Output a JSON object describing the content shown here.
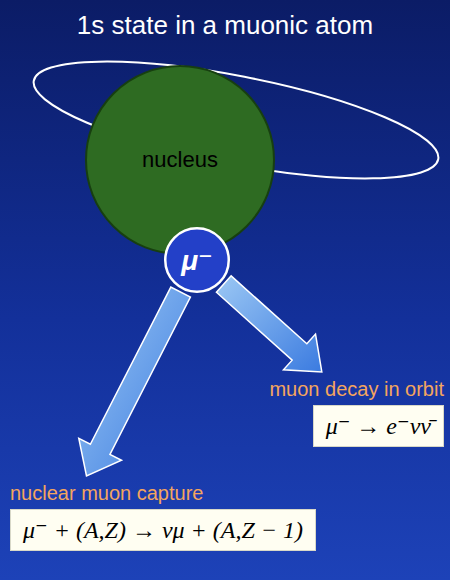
{
  "diagram": {
    "title": "1s state in a muonic atom",
    "nodes": [
      {
        "text": [
          "nucleus"
        ]
      },
      {
        "text": [
          "μ⁻"
        ]
      },
      {
        "text": [
          "muon decay in orbit",
          "μ⁻ → e⁻νν̄"
        ]
      },
      {
        "text": [
          "nuclear muon capture",
          "μ⁻ + (A,Z) → νμ + (A,Z − 1)"
        ]
      }
    ],
    "edges": [
      {
        "from": 1,
        "to": 2,
        "arrow": "to"
      },
      {
        "from": 1,
        "to": 3,
        "arrow": "to"
      }
    ]
  }
}
